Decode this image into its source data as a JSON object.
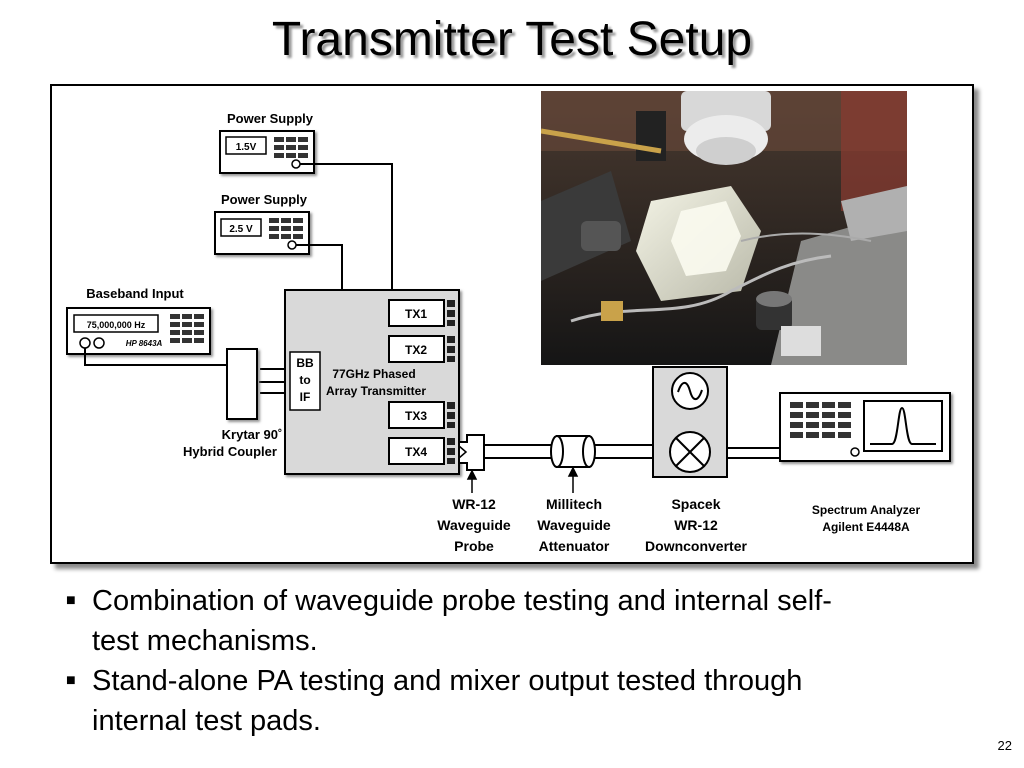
{
  "slide": {
    "title": "Transmitter Test Setup",
    "page_number": "22"
  },
  "diagram": {
    "power_supply_1": {
      "label": "Power Supply",
      "value": "1.5V"
    },
    "power_supply_2": {
      "label": "Power Supply",
      "value": "2.5 V"
    },
    "baseband_input": {
      "label": "Baseband Input",
      "display": "75,000,000 Hz",
      "model": "HP 8643A"
    },
    "coupler": {
      "line1": "Krytar 90˚",
      "line2": "Hybrid Coupler"
    },
    "bb_to_if": {
      "line1": "BB",
      "line2": "to",
      "line3": "IF"
    },
    "transmitter": {
      "line1": "77GHz Phased",
      "line2": "Array Transmitter"
    },
    "tx_ports": [
      "TX1",
      "TX2",
      "TX3",
      "TX4"
    ],
    "probe": {
      "line1": "WR-12",
      "line2": "Waveguide",
      "line3": "Probe"
    },
    "attenuator": {
      "line1": "Millitech",
      "line2": "Waveguide",
      "line3": "Attenuator"
    },
    "downconverter": {
      "line1": "Spacek",
      "line2": "WR-12",
      "line3": "Downconverter"
    },
    "spectrum_analyzer": {
      "line1": "Spectrum Analyzer",
      "line2": "Agilent E4448A"
    }
  },
  "bullets": [
    {
      "line1": "Combination of waveguide probe testing and internal self-",
      "line2": "test mechanisms."
    },
    {
      "line1": "Stand-alone PA testing and mixer output tested through",
      "line2": "internal test pads."
    }
  ],
  "colors": {
    "photo_bg": "#2a2a2a",
    "instrument_fill": "#ffffff",
    "gray_fill": "#d9d9d9"
  }
}
